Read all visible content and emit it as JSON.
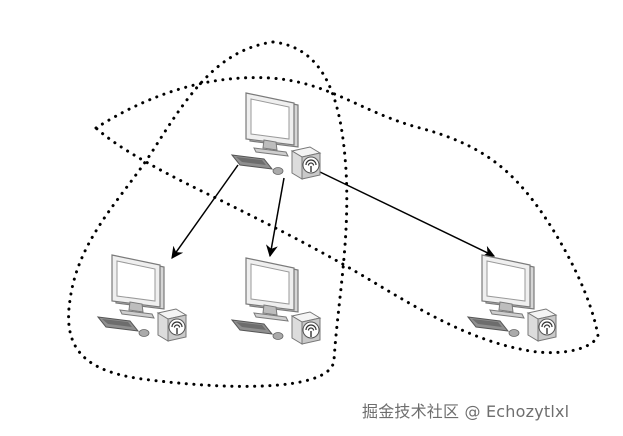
{
  "diagram": {
    "nodes": [
      {
        "id": "central-computer",
        "icon": "computer-with-wifi-router-icon"
      },
      {
        "id": "left-computer",
        "icon": "computer-with-wifi-router-icon"
      },
      {
        "id": "middle-computer",
        "icon": "computer-with-wifi-router-icon"
      },
      {
        "id": "right-computer",
        "icon": "computer-with-wifi-router-icon"
      }
    ],
    "edges": [
      {
        "from": "central-computer",
        "to": "left-computer"
      },
      {
        "from": "central-computer",
        "to": "middle-computer"
      },
      {
        "from": "central-computer",
        "to": "right-computer"
      }
    ],
    "regions": [
      "left-dotted-region",
      "right-dotted-region"
    ]
  },
  "watermark": "掘金技术社区 @ Echozytlxl",
  "colors": {
    "line": "#000000",
    "monitor_light": "#e9e9e9",
    "monitor_dark": "#8a8a8a",
    "screen": "#ffffff",
    "text": "#6e6e6e"
  }
}
